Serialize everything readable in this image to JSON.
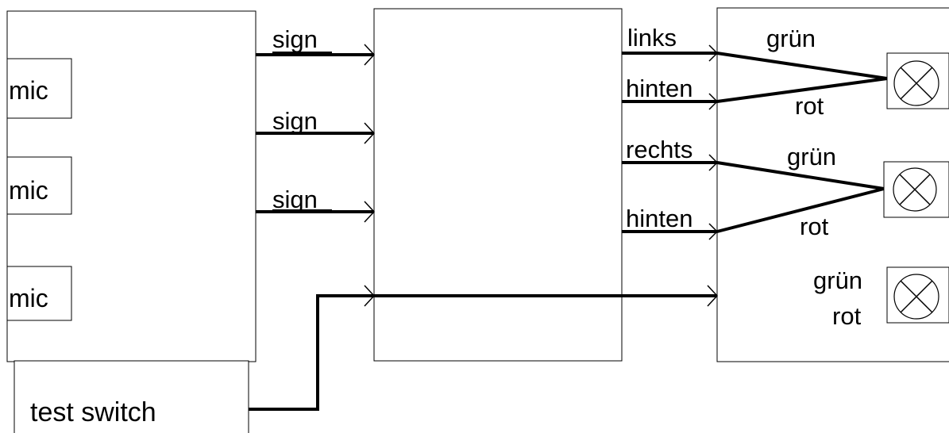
{
  "diagram": {
    "mics": [
      "mic",
      "mic",
      "mic"
    ],
    "test_switch": "test switch",
    "signals": [
      "sign",
      "sign",
      "sign"
    ],
    "outputs": {
      "out1": "links",
      "out2": "hinten",
      "out3": "rechts",
      "out4": "hinten"
    },
    "lamps": {
      "lamp1": {
        "green": "grün",
        "red": "rot"
      },
      "lamp2": {
        "green": "grün",
        "red": "rot"
      },
      "lamp3": {
        "green": "grün",
        "red": "rot"
      }
    }
  }
}
